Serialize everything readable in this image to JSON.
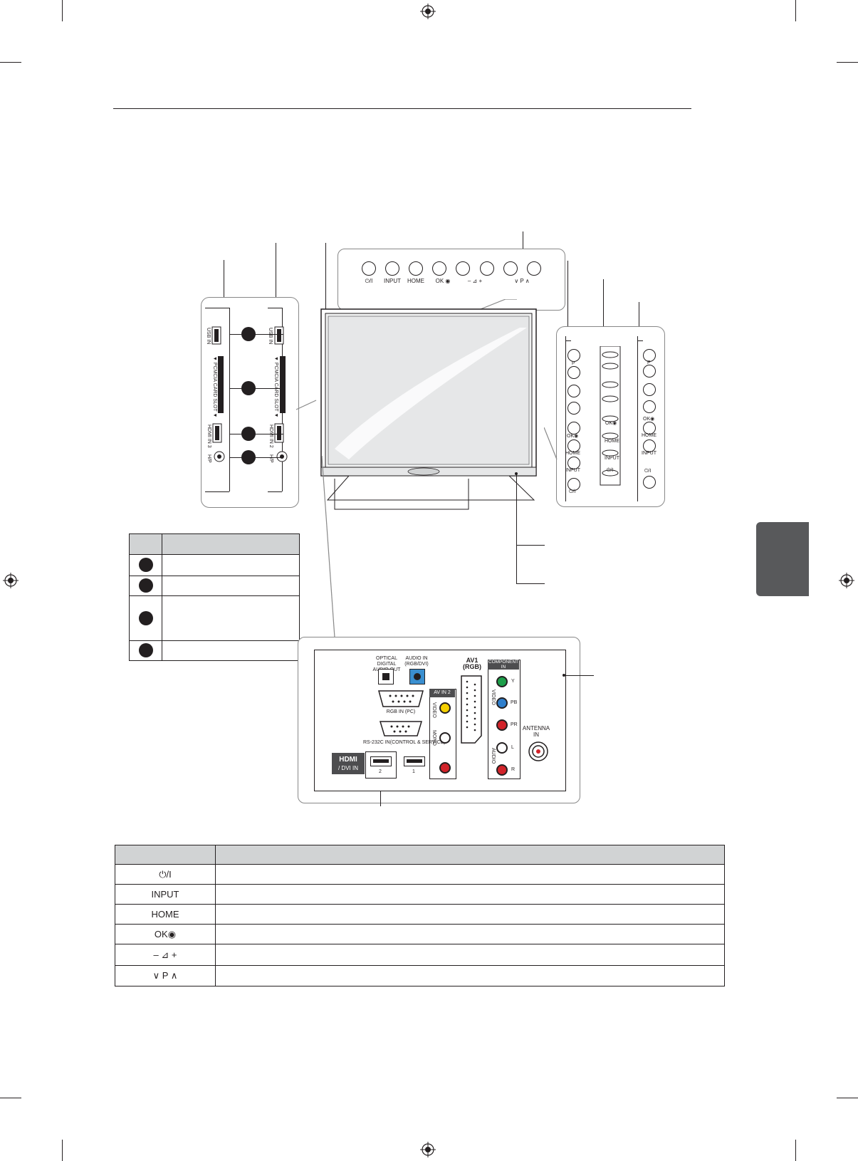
{
  "front_panel": {
    "labels": [
      "⏻/I",
      "INPUT",
      "HOME",
      "OK ◉",
      "– ⊿ +",
      "∨  P  ∧"
    ]
  },
  "side_jacks": {
    "usb": "USB IN",
    "pcmcia": "▼ PCMCIA CARD SLOT ▼",
    "hdmi3": "HDMI IN 3",
    "hdmi2": "HDMI IN 2",
    "hp": "H/P"
  },
  "side_panel_a": {
    "p": "P",
    "ok": "OK◉",
    "home": "HOME",
    "input": "INPUT",
    "power": "⏻/I"
  },
  "side_panel_b": {
    "ok": "OK◉",
    "home": "HOME",
    "input": "INPUT",
    "power": "⏻/I"
  },
  "side_panel_c": {
    "p": "P",
    "ok": "OK◉",
    "home": "HOME",
    "input": "INPUT",
    "power": "⏻/I"
  },
  "rear_panel": {
    "optical": "OPTICAL DIGITAL AUDIO OUT",
    "audio_in": "AUDIO IN (RGB/DVI)",
    "av1": "AV1 (RGB)",
    "component": "COMPONENT IN",
    "av_in2": "AV IN 2",
    "rgb_in": "RGB IN (PC)",
    "rs232": "RS-232C IN(CONTROL & SERVICE)",
    "hdmi": "HDMI",
    "dvi_in": "/ DVI IN",
    "port2": "2",
    "port1": "1",
    "antenna": "ANTENNA IN",
    "video": "VIDEO",
    "audio": "AUDIO",
    "y": "Y",
    "pb": "PB",
    "pr": "PR",
    "l": "L",
    "r": "R",
    "mono": "MONO"
  },
  "button_table": {
    "symbols": [
      "⏻/I",
      "INPUT",
      "HOME",
      "OK◉",
      "–  ⊿  +",
      "∨   P   ∧"
    ]
  }
}
